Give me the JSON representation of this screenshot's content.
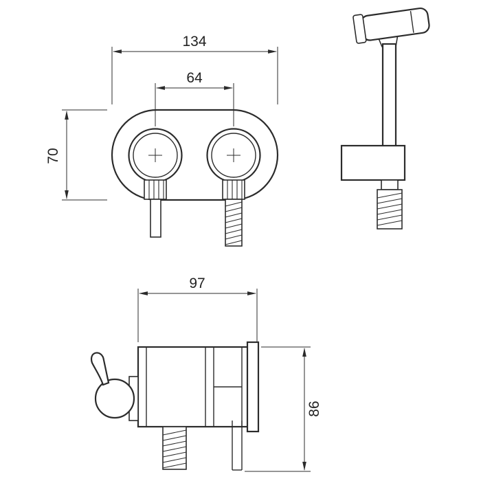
{
  "page": {
    "background_color": "#ffffff",
    "line_color": "#2b2b2b"
  },
  "dimensions": {
    "plate_width_mm": "134",
    "knob_spacing_mm": "64",
    "plate_height_mm": "70",
    "body_width_mm": "97",
    "body_height_mm": "86"
  }
}
